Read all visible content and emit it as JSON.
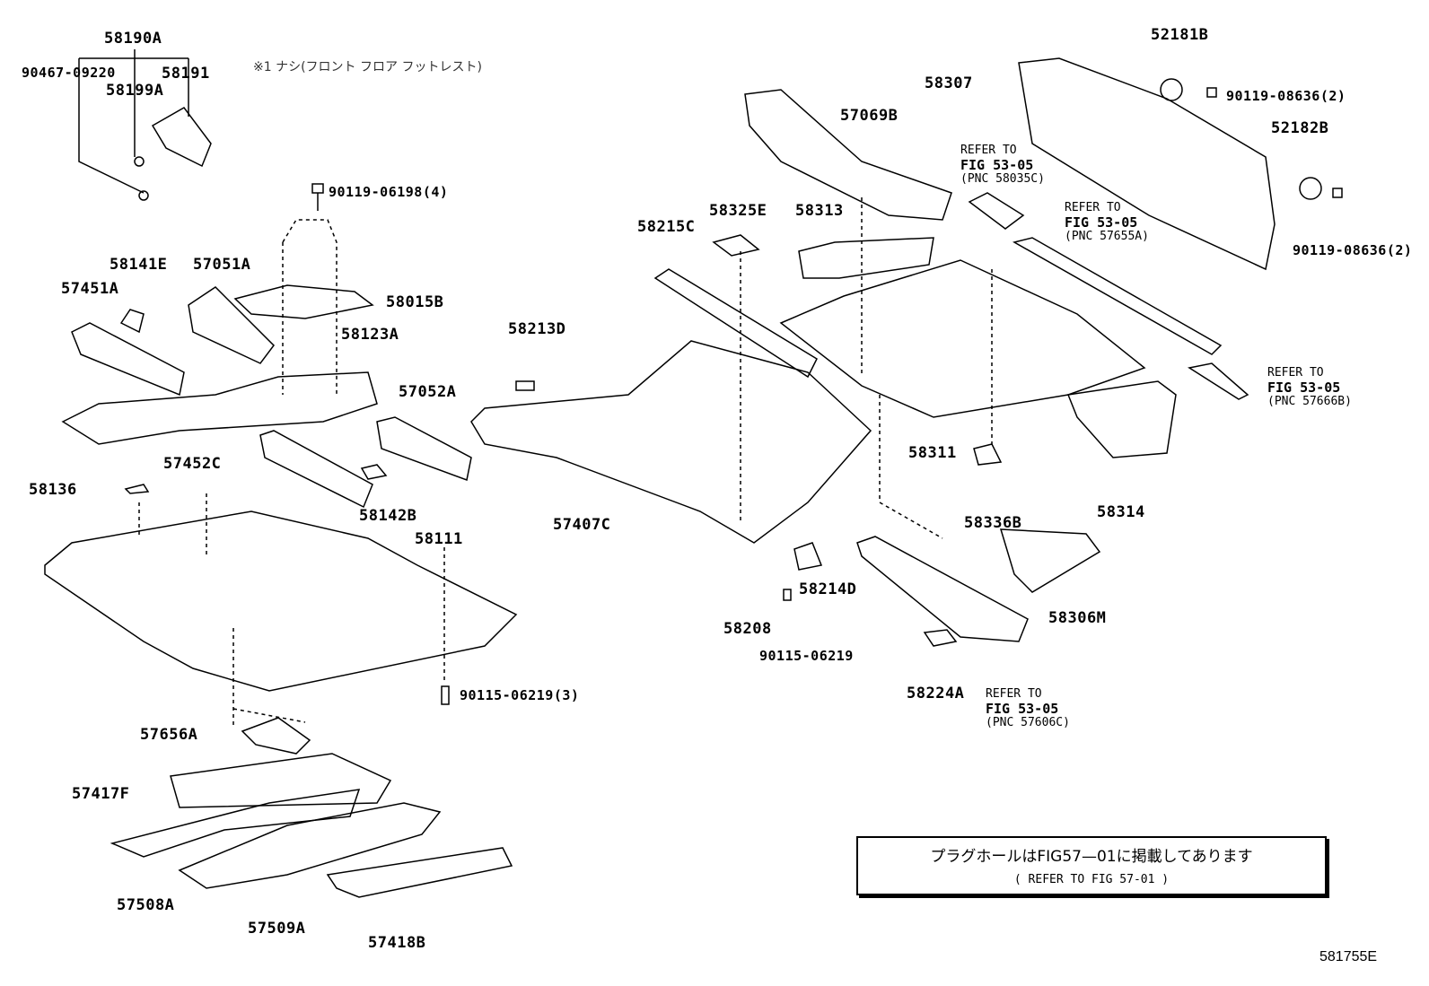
{
  "note": "※1 ナシ(フロント フロア フットレスト)",
  "labels": [
    "58190A",
    "90467-09220",
    "58199A",
    "58191",
    "90119-06198(4)",
    "58141E",
    "57051A",
    "57451A",
    "58015B",
    "58123A",
    "57052A",
    "57452C",
    "58136",
    "58142B",
    "58111",
    "90115-06219(3)",
    "57656A",
    "57417F",
    "57508A",
    "57509A",
    "57418B",
    "58213D",
    "58215C",
    "58325E",
    "58313",
    "57069B",
    "58307",
    "52181B",
    "90119-08636(2)",
    "52182B",
    "90119-08636(2)",
    "57407C",
    "58311",
    "58336B",
    "58314",
    "58208",
    "58214D",
    "90115-06219",
    "58306M",
    "58224A"
  ],
  "refs": [
    {
      "line1": "REFER TO",
      "fig": "FIG 53-05",
      "pnc": "(PNC 58035C)"
    },
    {
      "line1": "REFER TO",
      "fig": "FIG 53-05",
      "pnc": "(PNC 57655A)"
    },
    {
      "line1": "REFER TO",
      "fig": "FIG 53-05",
      "pnc": "(PNC 57666B)"
    },
    {
      "line1": "REFER TO",
      "fig": "FIG 53-05",
      "pnc": "(PNC 57606C)"
    }
  ],
  "notice_box": {
    "line1": "プラグホールはFIG57—01に掲載してあります",
    "line2": "(  REFER TO FIG 57-01  )"
  },
  "figure_code": "581755E"
}
